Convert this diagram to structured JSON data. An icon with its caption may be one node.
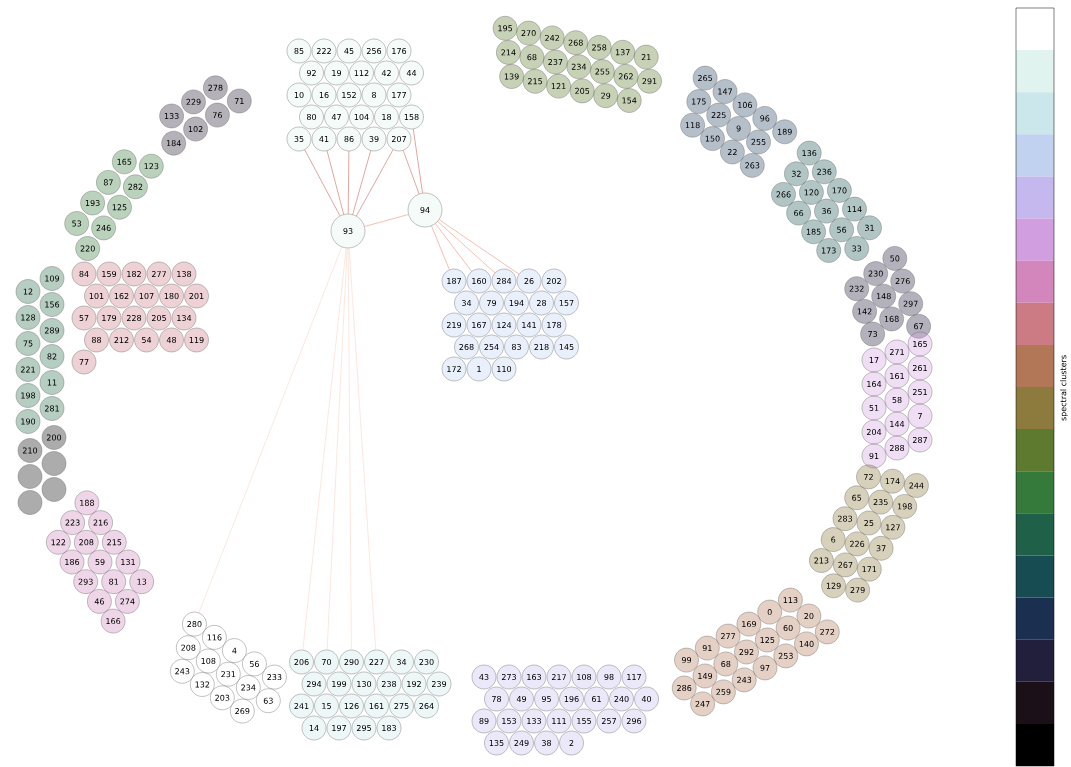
{
  "diagram": {
    "nodes": [
      {
        "text": [
          "85"
        ]
      },
      {
        "text": [
          "222"
        ]
      },
      {
        "text": [
          "45"
        ]
      },
      {
        "text": [
          "256"
        ]
      },
      {
        "text": [
          "176"
        ]
      },
      {
        "text": [
          "92"
        ]
      },
      {
        "text": [
          "19"
        ]
      },
      {
        "text": [
          "112"
        ]
      },
      {
        "text": [
          "42"
        ]
      },
      {
        "text": [
          "44"
        ]
      },
      {
        "text": [
          "10"
        ]
      },
      {
        "text": [
          "16"
        ]
      },
      {
        "text": [
          "152"
        ]
      },
      {
        "text": [
          "8"
        ]
      },
      {
        "text": [
          "177"
        ]
      },
      {
        "text": [
          "80"
        ]
      },
      {
        "text": [
          "47"
        ]
      },
      {
        "text": [
          "104"
        ]
      },
      {
        "text": [
          "18"
        ]
      },
      {
        "text": [
          "158"
        ]
      },
      {
        "text": [
          "35"
        ]
      },
      {
        "text": [
          "41"
        ]
      },
      {
        "text": [
          "86"
        ]
      },
      {
        "text": [
          "39"
        ]
      },
      {
        "text": [
          "207"
        ]
      },
      {
        "text": [
          "93"
        ]
      },
      {
        "text": [
          "94"
        ]
      },
      {
        "text": [
          "195"
        ]
      },
      {
        "text": [
          "214"
        ]
      },
      {
        "text": [
          "139"
        ]
      },
      {
        "text": [
          "270"
        ]
      },
      {
        "text": [
          "68"
        ]
      },
      {
        "text": [
          "215"
        ]
      },
      {
        "text": [
          "242"
        ]
      },
      {
        "text": [
          "237"
        ]
      },
      {
        "text": [
          "121"
        ]
      },
      {
        "text": [
          "268"
        ]
      },
      {
        "text": [
          "234"
        ]
      },
      {
        "text": [
          "205"
        ]
      },
      {
        "text": [
          "258"
        ]
      },
      {
        "text": [
          "255"
        ]
      },
      {
        "text": [
          "29"
        ]
      },
      {
        "text": [
          "137"
        ]
      },
      {
        "text": [
          "262"
        ]
      },
      {
        "text": [
          "154"
        ]
      },
      {
        "text": [
          "21"
        ]
      },
      {
        "text": [
          "291"
        ]
      },
      {
        "text": [
          "265"
        ]
      },
      {
        "text": [
          "175"
        ]
      },
      {
        "text": [
          "118"
        ]
      },
      {
        "text": [
          "147"
        ]
      },
      {
        "text": [
          "225"
        ]
      },
      {
        "text": [
          "150"
        ]
      },
      {
        "text": [
          "106"
        ]
      },
      {
        "text": [
          "9"
        ]
      },
      {
        "text": [
          "22"
        ]
      },
      {
        "text": [
          "96"
        ]
      },
      {
        "text": [
          "255"
        ]
      },
      {
        "text": [
          "263"
        ]
      },
      {
        "text": [
          "189"
        ]
      },
      {
        "text": [
          "71"
        ]
      },
      {
        "text": [
          "278"
        ]
      },
      {
        "text": [
          "76"
        ]
      },
      {
        "text": [
          "229"
        ]
      },
      {
        "text": [
          "102"
        ]
      },
      {
        "text": [
          "133"
        ]
      },
      {
        "text": [
          "184"
        ]
      },
      {
        "text": [
          "123"
        ]
      },
      {
        "text": [
          "165"
        ]
      },
      {
        "text": [
          "282"
        ]
      },
      {
        "text": [
          "87"
        ]
      },
      {
        "text": [
          "125"
        ]
      },
      {
        "text": [
          "193"
        ]
      },
      {
        "text": [
          "246"
        ]
      },
      {
        "text": [
          "53"
        ]
      },
      {
        "text": [
          "220"
        ]
      },
      {
        "text": [
          "136"
        ]
      },
      {
        "text": [
          "32"
        ]
      },
      {
        "text": [
          "266"
        ]
      },
      {
        "text": [
          "236"
        ]
      },
      {
        "text": [
          "120"
        ]
      },
      {
        "text": [
          "66"
        ]
      },
      {
        "text": [
          "170"
        ]
      },
      {
        "text": [
          "36"
        ]
      },
      {
        "text": [
          "185"
        ]
      },
      {
        "text": [
          "114"
        ]
      },
      {
        "text": [
          "56"
        ]
      },
      {
        "text": [
          "173"
        ]
      },
      {
        "text": [
          "31"
        ]
      },
      {
        "text": [
          "33"
        ]
      },
      {
        "text": [
          "84"
        ]
      },
      {
        "text": [
          "159"
        ]
      },
      {
        "text": [
          "182"
        ]
      },
      {
        "text": [
          "277"
        ]
      },
      {
        "text": [
          "138"
        ]
      },
      {
        "text": [
          "101"
        ]
      },
      {
        "text": [
          "162"
        ]
      },
      {
        "text": [
          "107"
        ]
      },
      {
        "text": [
          "180"
        ]
      },
      {
        "text": [
          "201"
        ]
      },
      {
        "text": [
          "57"
        ]
      },
      {
        "text": [
          "179"
        ]
      },
      {
        "text": [
          "228"
        ]
      },
      {
        "text": [
          "205"
        ]
      },
      {
        "text": [
          "134"
        ]
      },
      {
        "text": [
          "88"
        ]
      },
      {
        "text": [
          "212"
        ]
      },
      {
        "text": [
          "54"
        ]
      },
      {
        "text": [
          "48"
        ]
      },
      {
        "text": [
          "119"
        ]
      },
      {
        "text": [
          "77"
        ]
      },
      {
        "text": [
          "187"
        ]
      },
      {
        "text": [
          "160"
        ]
      },
      {
        "text": [
          "284"
        ]
      },
      {
        "text": [
          "26"
        ]
      },
      {
        "text": [
          "202"
        ]
      },
      {
        "text": [
          "34"
        ]
      },
      {
        "text": [
          "79"
        ]
      },
      {
        "text": [
          "194"
        ]
      },
      {
        "text": [
          "28"
        ]
      },
      {
        "text": [
          "157"
        ]
      },
      {
        "text": [
          "219"
        ]
      },
      {
        "text": [
          "167"
        ]
      },
      {
        "text": [
          "124"
        ]
      },
      {
        "text": [
          "141"
        ]
      },
      {
        "text": [
          "178"
        ]
      },
      {
        "text": [
          "268"
        ]
      },
      {
        "text": [
          "254"
        ]
      },
      {
        "text": [
          "83"
        ]
      },
      {
        "text": [
          "218"
        ]
      },
      {
        "text": [
          "145"
        ]
      },
      {
        "text": [
          "172"
        ]
      },
      {
        "text": [
          "1"
        ]
      },
      {
        "text": [
          "110"
        ]
      },
      {
        "text": [
          "50"
        ]
      },
      {
        "text": [
          "230"
        ]
      },
      {
        "text": [
          "232"
        ]
      },
      {
        "text": [
          "276"
        ]
      },
      {
        "text": [
          "148"
        ]
      },
      {
        "text": [
          "142"
        ]
      },
      {
        "text": [
          "297"
        ]
      },
      {
        "text": [
          "168"
        ]
      },
      {
        "text": [
          "73"
        ]
      },
      {
        "text": [
          "67"
        ]
      },
      {
        "text": [
          "109"
        ]
      },
      {
        "text": [
          "12"
        ]
      },
      {
        "text": [
          "156"
        ]
      },
      {
        "text": [
          "128"
        ]
      },
      {
        "text": [
          "289"
        ]
      },
      {
        "text": [
          "75"
        ]
      },
      {
        "text": [
          "82"
        ]
      },
      {
        "text": [
          "221"
        ]
      },
      {
        "text": [
          "11"
        ]
      },
      {
        "text": [
          "198"
        ]
      },
      {
        "text": [
          "281"
        ]
      },
      {
        "text": [
          "190"
        ]
      },
      {
        "text": [
          "165"
        ]
      },
      {
        "text": [
          "271"
        ]
      },
      {
        "text": [
          "17"
        ]
      },
      {
        "text": [
          "261"
        ]
      },
      {
        "text": [
          "161"
        ]
      },
      {
        "text": [
          "164"
        ]
      },
      {
        "text": [
          "251"
        ]
      },
      {
        "text": [
          "58"
        ]
      },
      {
        "text": [
          "51"
        ]
      },
      {
        "text": [
          "7"
        ]
      },
      {
        "text": [
          "144"
        ]
      },
      {
        "text": [
          "204"
        ]
      },
      {
        "text": [
          "287"
        ]
      },
      {
        "text": [
          "288"
        ]
      },
      {
        "text": [
          "91"
        ]
      },
      {
        "text": [
          "200"
        ]
      },
      {
        "text": [
          "210"
        ]
      },
      {
        "text": [],
        "shape": "circle"
      },
      {
        "text": [],
        "shape": "circle"
      },
      {
        "text": [],
        "shape": "circle"
      },
      {
        "text": [],
        "shape": "circle"
      },
      {
        "text": [
          "244"
        ]
      },
      {
        "text": [
          "174"
        ]
      },
      {
        "text": [
          "72"
        ]
      },
      {
        "text": [
          "198"
        ]
      },
      {
        "text": [
          "235"
        ]
      },
      {
        "text": [
          "65"
        ]
      },
      {
        "text": [
          "127"
        ]
      },
      {
        "text": [
          "25"
        ]
      },
      {
        "text": [
          "283"
        ]
      },
      {
        "text": [
          "37"
        ]
      },
      {
        "text": [
          "226"
        ]
      },
      {
        "text": [
          "6"
        ]
      },
      {
        "text": [
          "171"
        ]
      },
      {
        "text": [
          "267"
        ]
      },
      {
        "text": [
          "213"
        ]
      },
      {
        "text": [
          "279"
        ]
      },
      {
        "text": [
          "129"
        ]
      },
      {
        "text": [
          "188"
        ]
      },
      {
        "text": [
          "223"
        ]
      },
      {
        "text": [
          "122"
        ]
      },
      {
        "text": [
          "216"
        ]
      },
      {
        "text": [
          "208"
        ]
      },
      {
        "text": [
          "186"
        ]
      },
      {
        "text": [
          "215"
        ]
      },
      {
        "text": [
          "59"
        ]
      },
      {
        "text": [
          "293"
        ]
      },
      {
        "text": [
          "131"
        ]
      },
      {
        "text": [
          "81"
        ]
      },
      {
        "text": [
          "46"
        ]
      },
      {
        "text": [
          "13"
        ]
      },
      {
        "text": [
          "274"
        ]
      },
      {
        "text": [
          "166"
        ]
      },
      {
        "text": [
          "280"
        ]
      },
      {
        "text": [
          "208"
        ]
      },
      {
        "text": [
          "243"
        ]
      },
      {
        "text": [
          "116"
        ]
      },
      {
        "text": [
          "108"
        ]
      },
      {
        "text": [
          "132"
        ]
      },
      {
        "text": [
          "4"
        ]
      },
      {
        "text": [
          "231"
        ]
      },
      {
        "text": [
          "203"
        ]
      },
      {
        "text": [
          "56"
        ]
      },
      {
        "text": [
          "234"
        ]
      },
      {
        "text": [
          "269"
        ]
      },
      {
        "text": [
          "233"
        ]
      },
      {
        "text": [
          "63"
        ]
      },
      {
        "text": [
          "272"
        ]
      },
      {
        "text": [
          "20"
        ]
      },
      {
        "text": [
          "113"
        ]
      },
      {
        "text": [
          "140"
        ]
      },
      {
        "text": [
          "60"
        ]
      },
      {
        "text": [
          "0"
        ]
      },
      {
        "text": [
          "253"
        ]
      },
      {
        "text": [
          "125"
        ]
      },
      {
        "text": [
          "169"
        ]
      },
      {
        "text": [
          "97"
        ]
      },
      {
        "text": [
          "292"
        ]
      },
      {
        "text": [
          "277"
        ]
      },
      {
        "text": [
          "243"
        ]
      },
      {
        "text": [
          "68"
        ]
      },
      {
        "text": [
          "91"
        ]
      },
      {
        "text": [
          "259"
        ]
      },
      {
        "text": [
          "149"
        ]
      },
      {
        "text": [
          "99"
        ]
      },
      {
        "text": [
          "247"
        ]
      },
      {
        "text": [
          "286"
        ]
      },
      {
        "text": [
          "206"
        ]
      },
      {
        "text": [
          "70"
        ]
      },
      {
        "text": [
          "290"
        ]
      },
      {
        "text": [
          "227"
        ]
      },
      {
        "text": [
          "34"
        ]
      },
      {
        "text": [
          "230"
        ]
      },
      {
        "text": [
          "294"
        ]
      },
      {
        "text": [
          "199"
        ]
      },
      {
        "text": [
          "130"
        ]
      },
      {
        "text": [
          "238"
        ]
      },
      {
        "text": [
          "192"
        ]
      },
      {
        "text": [
          "239"
        ]
      },
      {
        "text": [
          "241"
        ]
      },
      {
        "text": [
          "15"
        ]
      },
      {
        "text": [
          "126"
        ]
      },
      {
        "text": [
          "161"
        ]
      },
      {
        "text": [
          "275"
        ]
      },
      {
        "text": [
          "264"
        ]
      },
      {
        "text": [
          "14"
        ]
      },
      {
        "text": [
          "197"
        ]
      },
      {
        "text": [
          "295"
        ]
      },
      {
        "text": [
          "183"
        ]
      },
      {
        "text": [
          "43"
        ]
      },
      {
        "text": [
          "273"
        ]
      },
      {
        "text": [
          "163"
        ]
      },
      {
        "text": [
          "217"
        ]
      },
      {
        "text": [
          "108"
        ]
      },
      {
        "text": [
          "98"
        ]
      },
      {
        "text": [
          "117"
        ]
      },
      {
        "text": [
          "78"
        ]
      },
      {
        "text": [
          "49"
        ]
      },
      {
        "text": [
          "95"
        ]
      },
      {
        "text": [
          "196"
        ]
      },
      {
        "text": [
          "61"
        ]
      },
      {
        "text": [
          "240"
        ]
      },
      {
        "text": [
          "40"
        ]
      },
      {
        "text": [
          "89"
        ]
      },
      {
        "text": [
          "153"
        ]
      },
      {
        "text": [
          "133"
        ]
      },
      {
        "text": [
          "111"
        ]
      },
      {
        "text": [
          "155"
        ]
      },
      {
        "text": [
          "257"
        ]
      },
      {
        "text": [
          "296"
        ]
      },
      {
        "text": [
          "135"
        ]
      },
      {
        "text": [
          "249"
        ]
      },
      {
        "text": [
          "38"
        ]
      },
      {
        "text": [
          "2"
        ]
      }
    ],
    "edges": [
      {
        "from": 25,
        "to": 20,
        "arrow": "none",
        "color": "#c0392b"
      },
      {
        "from": 25,
        "to": 21,
        "arrow": "none",
        "color": "#c0392b"
      },
      {
        "from": 25,
        "to": 22,
        "arrow": "none",
        "color": "#c0392b"
      },
      {
        "from": 25,
        "to": 23,
        "arrow": "none",
        "color": "#c0392b"
      },
      {
        "from": 25,
        "to": 24,
        "arrow": "none",
        "color": "#c0392b"
      },
      {
        "from": 26,
        "to": 24,
        "arrow": "none",
        "color": "#c0392b"
      },
      {
        "from": 26,
        "to": 19,
        "arrow": "none",
        "color": "#c0392b"
      },
      {
        "from": 25,
        "to": 26,
        "arrow": "none",
        "color": "#e8705a"
      },
      {
        "from": 26,
        "to": 111,
        "arrow": "none",
        "color": "#e8705a"
      },
      {
        "from": 26,
        "to": 112,
        "arrow": "none",
        "color": "#e8705a"
      },
      {
        "from": 26,
        "to": 113,
        "arrow": "none",
        "color": "#e8705a"
      },
      {
        "from": 26,
        "to": 114,
        "arrow": "none",
        "color": "#e8705a"
      },
      {
        "from": 25,
        "to": 243,
        "arrow": "none",
        "color": "#f9c9b8"
      },
      {
        "from": 25,
        "to": 244,
        "arrow": "none",
        "color": "#f9c9b8"
      },
      {
        "from": 25,
        "to": 245,
        "arrow": "none",
        "color": "#f9c9b8"
      },
      {
        "from": 25,
        "to": 246,
        "arrow": "none",
        "color": "#f9c9b8"
      },
      {
        "from": 25,
        "to": 209,
        "arrow": "none",
        "color": "#f9c9b8"
      }
    ],
    "labels": [
      "spectral clusters"
    ]
  }
}
